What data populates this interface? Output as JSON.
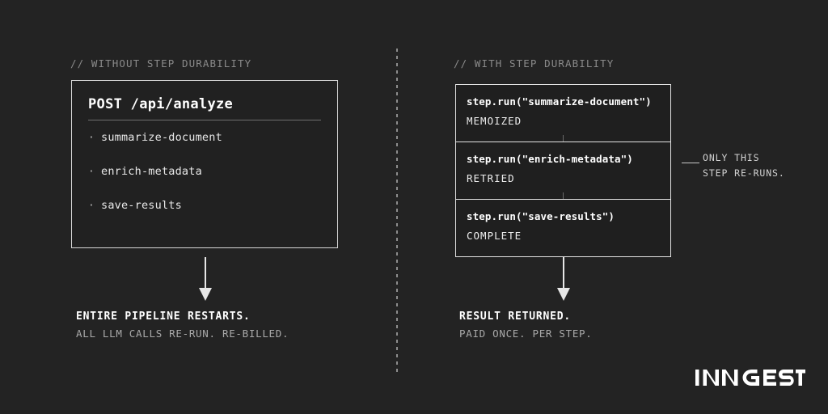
{
  "page": {
    "background_color": "#232323",
    "brand_name": "INNGEST"
  },
  "left_column": {
    "header": "// WITHOUT STEP DURABILITY",
    "box": {
      "title": "POST /api/analyze",
      "bullet_glyph": "·",
      "items": [
        {
          "label": "summarize-document"
        },
        {
          "label": "enrich-metadata"
        },
        {
          "label": "save-results"
        }
      ]
    },
    "outcome": {
      "primary": "ENTIRE PIPELINE RESTARTS.",
      "secondary": "ALL LLM CALLS RE-RUN. RE-BILLED."
    }
  },
  "right_column": {
    "header": "// WITH STEP DURABILITY",
    "steps": [
      {
        "call": "step.run(\"summarize-document\")",
        "status": "MEMOIZED"
      },
      {
        "call": "step.run(\"enrich-metadata\")",
        "status": "RETRIED"
      },
      {
        "call": "step.run(\"save-results\")",
        "status": "COMPLETE"
      }
    ],
    "annotation": {
      "line1": "ONLY THIS",
      "line2": "STEP RE-RUNS."
    },
    "outcome": {
      "primary": "RESULT RETURNED.",
      "secondary": "PAID ONCE. PER STEP."
    }
  }
}
